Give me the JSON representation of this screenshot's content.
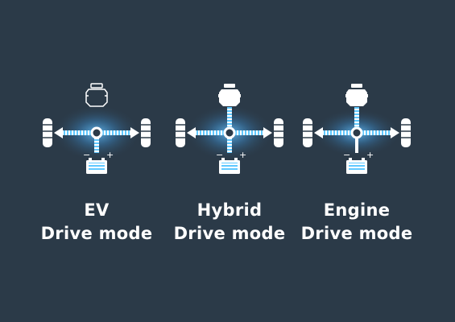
{
  "colors": {
    "background": "#2b3a48",
    "glow": "#4fb6ff",
    "flow": "#5fc8ff",
    "outline": "#ffffff"
  },
  "modes": [
    {
      "title": "EV",
      "subtitle": "Drive mode",
      "engine_active": false
    },
    {
      "title": "Hybrid",
      "subtitle": "Drive mode",
      "engine_active": true
    },
    {
      "title": "Engine",
      "subtitle": "Drive mode",
      "engine_active": true
    }
  ],
  "battery_symbols": {
    "minus": "−",
    "plus": "+"
  }
}
